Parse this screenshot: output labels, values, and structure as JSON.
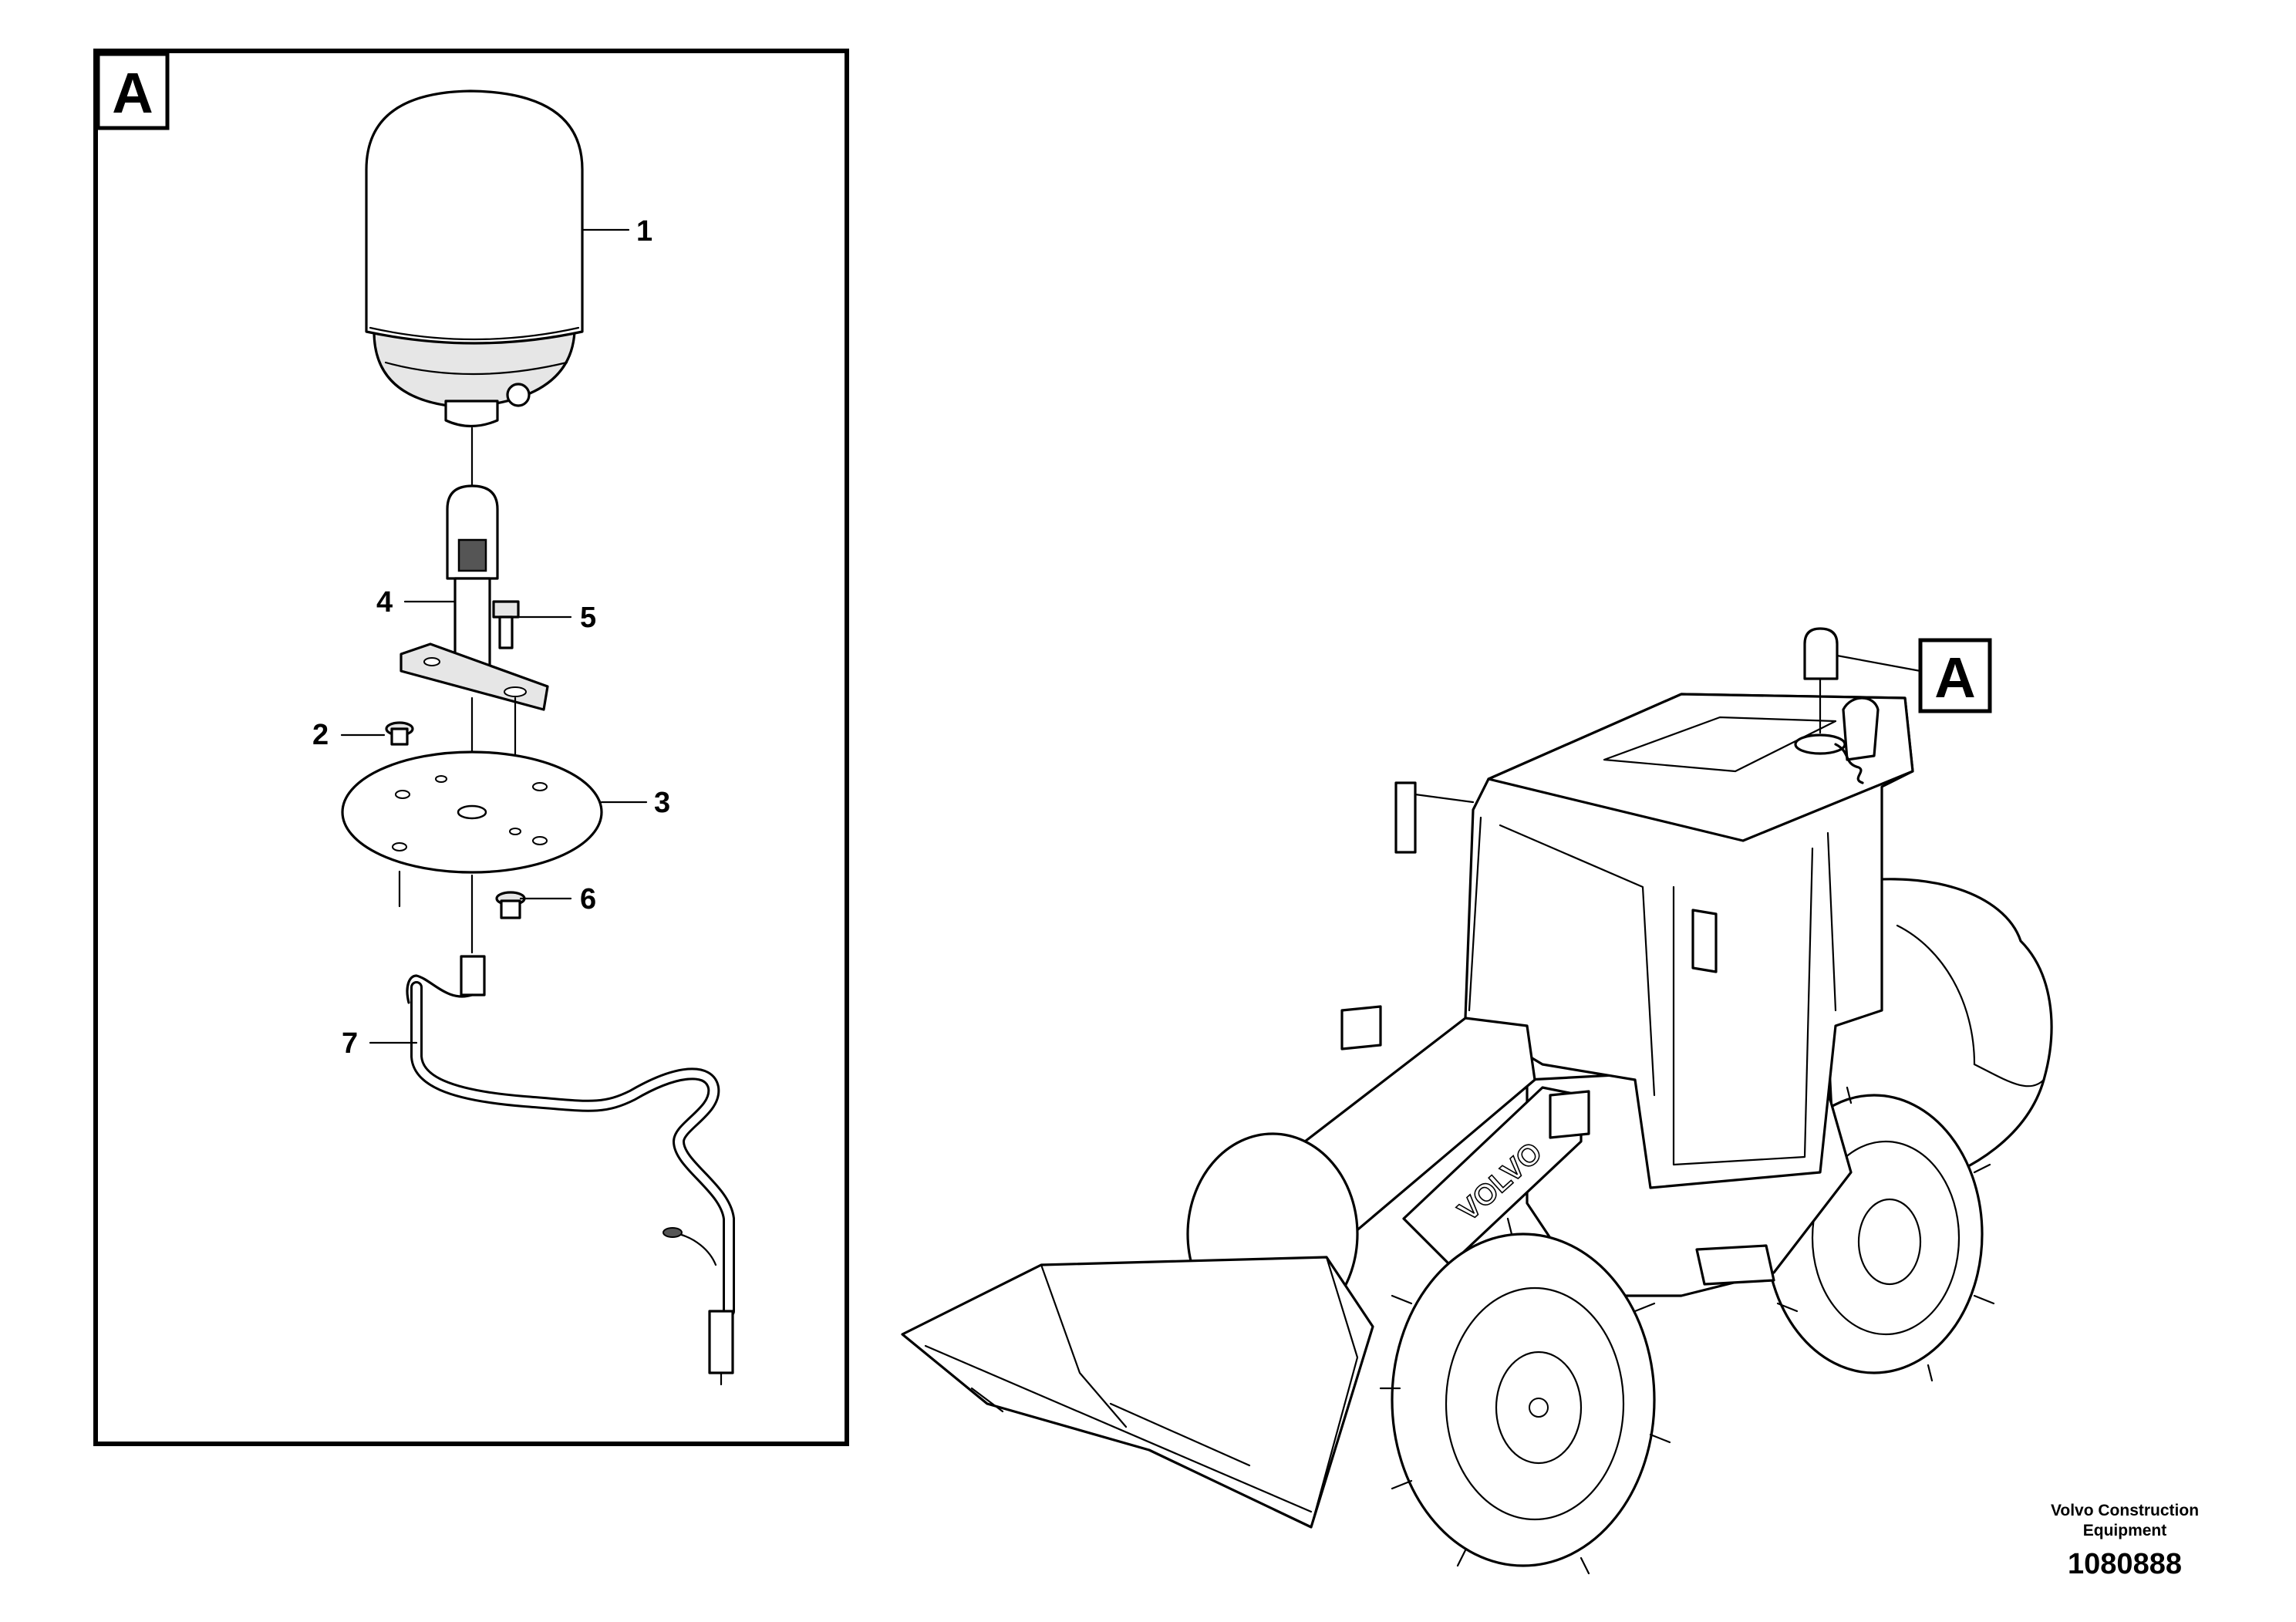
{
  "detail": {
    "label": "A",
    "callouts": [
      {
        "id": "1",
        "label": "1"
      },
      {
        "id": "2",
        "label": "2"
      },
      {
        "id": "3",
        "label": "3"
      },
      {
        "id": "4",
        "label": "4"
      },
      {
        "id": "5",
        "label": "5"
      },
      {
        "id": "6",
        "label": "6"
      },
      {
        "id": "7",
        "label": "7"
      }
    ]
  },
  "machine": {
    "detail_reference": "A",
    "boom_lettering": "VOLVO"
  },
  "footer": {
    "brand_line1": "Volvo Construction",
    "brand_line2": "Equipment",
    "document_number": "1080888"
  }
}
